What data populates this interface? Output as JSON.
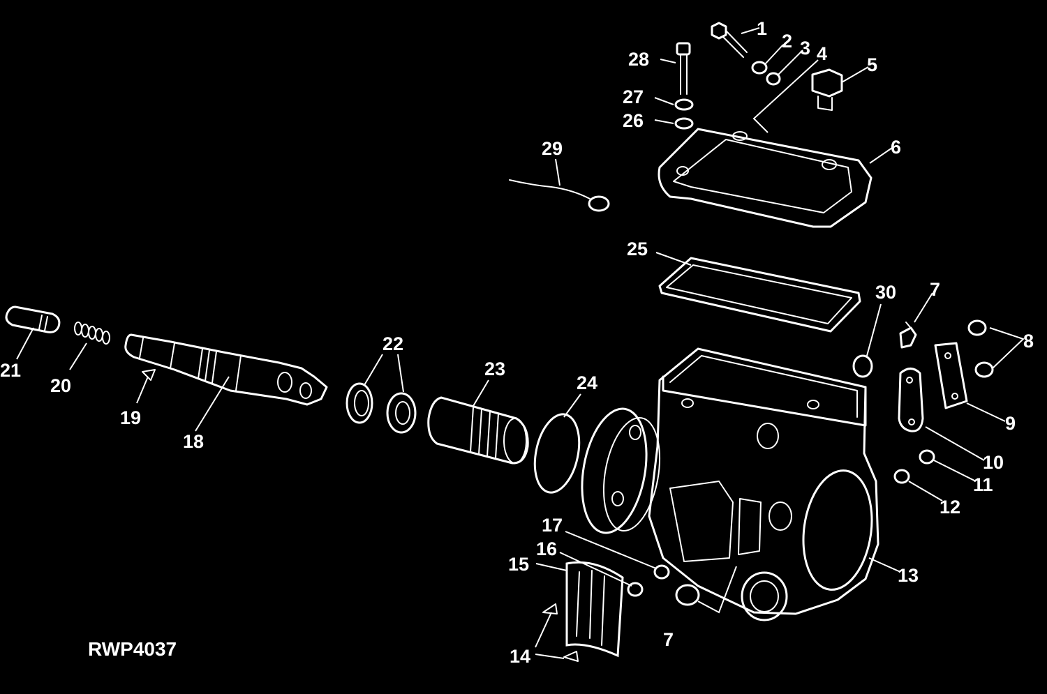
{
  "figure": {
    "id": "RWP4037"
  },
  "colors": {
    "background": "#000000",
    "line": "#ffffff"
  },
  "callouts": [
    "1",
    "2",
    "3",
    "4",
    "5",
    "6",
    "7",
    "8",
    "9",
    "10",
    "11",
    "12",
    "13",
    "7",
    "14",
    "15",
    "16",
    "17",
    "18",
    "19",
    "20",
    "21",
    "22",
    "23",
    "24",
    "25",
    "26",
    "27",
    "28",
    "29",
    "30"
  ]
}
